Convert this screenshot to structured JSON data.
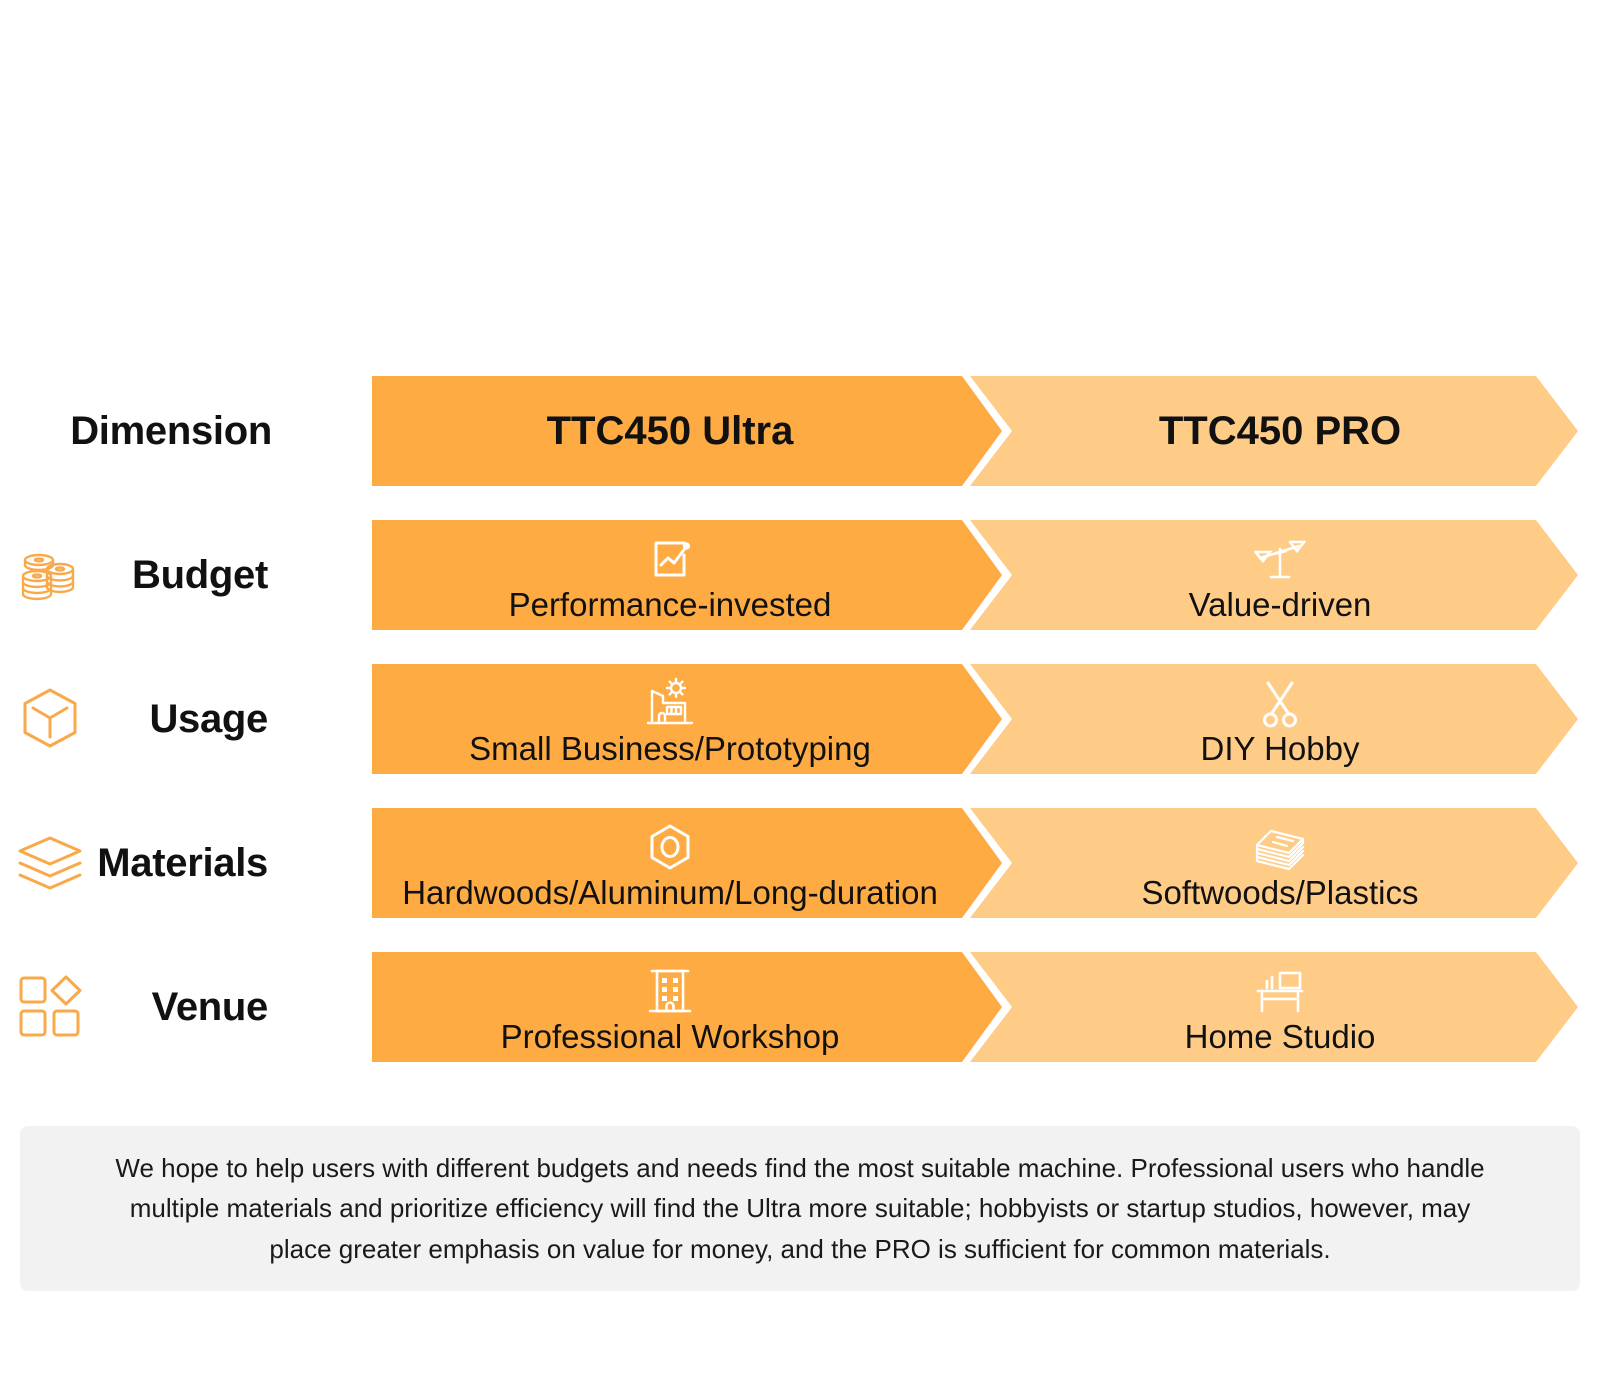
{
  "header": {
    "dimension_label": "Dimension",
    "col_left": "TTC450 Ultra",
    "col_right": "TTC450 PRO"
  },
  "colors": {
    "left_chevron": "#FFAB44",
    "right_chevron": "#FFCC88",
    "icon_orange": "#F9A949",
    "note_background": "#F2F2F2",
    "text": "#111111"
  },
  "rows": [
    {
      "label": "Budget",
      "row_icon": "coin-stacks-icon",
      "left": {
        "icon": "chart-clipboard-icon",
        "text": "Performance-invested"
      },
      "right": {
        "icon": "balance-scale-icon",
        "text": "Value-driven"
      }
    },
    {
      "label": "Usage",
      "row_icon": "cube-box-icon",
      "left": {
        "icon": "factory-gear-icon",
        "text": "Small Business/Prototyping"
      },
      "right": {
        "icon": "scissors-icon",
        "text": "DIY Hobby"
      }
    },
    {
      "label": "Materials",
      "row_icon": "layers-icon",
      "left": {
        "icon": "hex-nut-icon",
        "text": "Hardwoods/Aluminum/Long-duration"
      },
      "right": {
        "icon": "board-stack-icon",
        "text": "Softwoods/Plastics"
      }
    },
    {
      "label": "Venue",
      "row_icon": "shapes-grid-icon",
      "left": {
        "icon": "building-icon",
        "text": "Professional Workshop"
      },
      "right": {
        "icon": "desk-monitor-icon",
        "text": "Home Studio"
      }
    }
  ],
  "note": {
    "text": "We hope to help users with different budgets and needs find the most suitable machine. Professional users who handle multiple materials and prioritize efficiency will find the Ultra more suitable; hobbyists or startup studios, however, may place greater emphasis on value for money, and the PRO is sufficient for common materials."
  }
}
